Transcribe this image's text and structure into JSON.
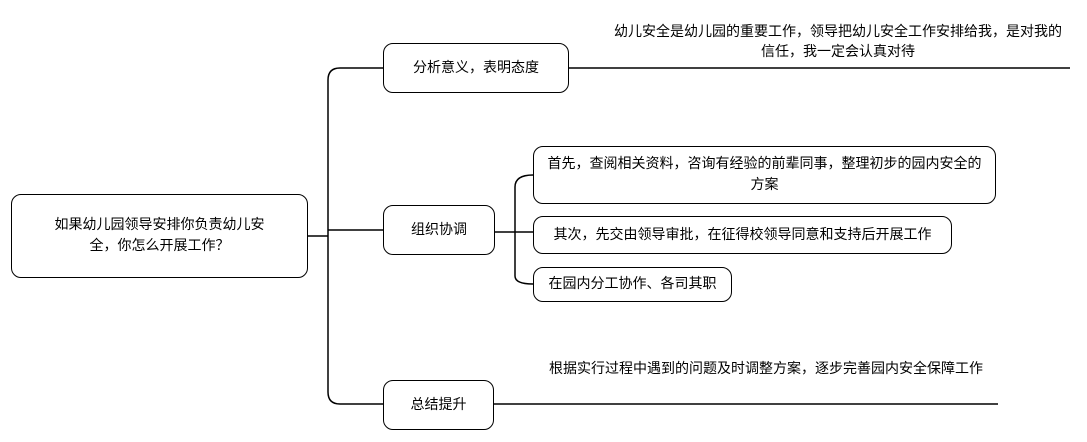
{
  "root": {
    "text": "如果幼儿园领导安排你负责幼儿安全，你怎么开展工作？"
  },
  "branches": [
    {
      "label": "分析意义，表明态度",
      "note": "幼儿安全是幼儿园的重要工作，领导把幼儿安全工作安排给我，是对我的信任，我一定会认真对待"
    },
    {
      "label": "组织协调",
      "children": [
        "首先，查阅相关资料，咨询有经验的前辈同事，整理初步的园内安全的方案",
        "其次，先交由领导审批，在征得校领导同意和支持后开展工作",
        "在园内分工协作、各司其职"
      ]
    },
    {
      "label": "总结提升",
      "note": "根据实行过程中遇到的问题及时调整方案，逐步完善园内安全保障工作"
    }
  ]
}
